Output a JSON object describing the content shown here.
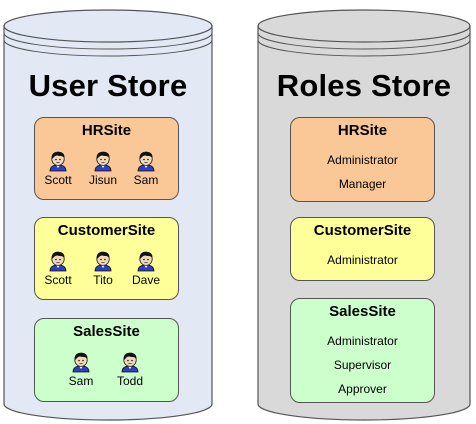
{
  "user_store": {
    "title": "User Store",
    "sites": [
      {
        "name": "HRSite",
        "users": [
          "Scott",
          "Jisun",
          "Sam"
        ],
        "color": "#fac896"
      },
      {
        "name": "CustomerSite",
        "users": [
          "Scott",
          "Tito",
          "Dave"
        ],
        "color": "#ffff99"
      },
      {
        "name": "SalesSite",
        "users": [
          "Sam",
          "Todd"
        ],
        "color": "#ccffcc"
      }
    ]
  },
  "roles_store": {
    "title": "Roles Store",
    "sites": [
      {
        "name": "HRSite",
        "roles": [
          "Administrator",
          "Manager"
        ],
        "color": "#fac896"
      },
      {
        "name": "CustomerSite",
        "roles": [
          "Administrator"
        ],
        "color": "#ffff99"
      },
      {
        "name": "SalesSite",
        "roles": [
          "Administrator",
          "Supervisor",
          "Approver"
        ],
        "color": "#ccffcc"
      }
    ]
  },
  "colors": {
    "user_store_fill": "#e2e8f4",
    "roles_store_fill": "#d9d9d9",
    "outline": "#555555"
  },
  "icons": {
    "user": "user-avatar-icon"
  }
}
